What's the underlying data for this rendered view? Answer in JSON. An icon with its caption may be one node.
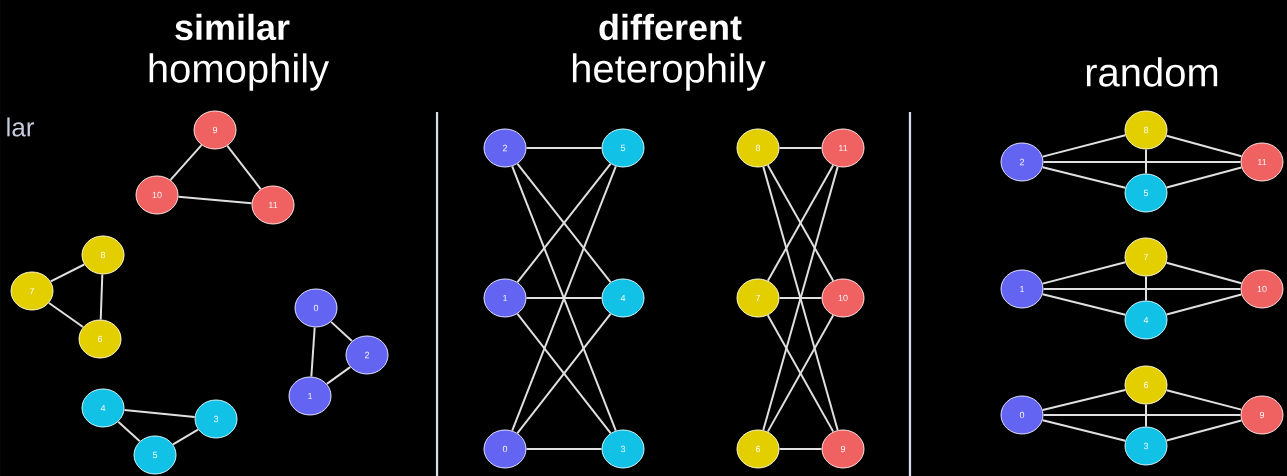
{
  "diagram": {
    "nodes": [
      {
        "text": [
          "9"
        ]
      },
      {
        "text": [
          "10"
        ]
      },
      {
        "text": [
          "11"
        ]
      },
      {
        "text": [
          "8"
        ]
      },
      {
        "text": [
          "7"
        ]
      },
      {
        "text": [
          "6"
        ]
      },
      {
        "text": [
          "0"
        ]
      },
      {
        "text": [
          "2"
        ]
      },
      {
        "text": [
          "1"
        ]
      },
      {
        "text": [
          "4"
        ]
      },
      {
        "text": [
          "3"
        ]
      },
      {
        "text": [
          "5"
        ]
      },
      {
        "text": [
          "2"
        ]
      },
      {
        "text": [
          "5"
        ]
      },
      {
        "text": [
          "1"
        ]
      },
      {
        "text": [
          "4"
        ]
      },
      {
        "text": [
          "0"
        ]
      },
      {
        "text": [
          "3"
        ]
      },
      {
        "text": [
          "8"
        ]
      },
      {
        "text": [
          "11"
        ]
      },
      {
        "text": [
          "7"
        ]
      },
      {
        "text": [
          "10"
        ]
      },
      {
        "text": [
          "6"
        ]
      },
      {
        "text": [
          "9"
        ]
      },
      {
        "text": [
          "2"
        ]
      },
      {
        "text": [
          "8"
        ]
      },
      {
        "text": [
          "5"
        ]
      },
      {
        "text": [
          "11"
        ]
      },
      {
        "text": [
          "1"
        ]
      },
      {
        "text": [
          "7"
        ]
      },
      {
        "text": [
          "4"
        ]
      },
      {
        "text": [
          "10"
        ]
      },
      {
        "text": [
          "0"
        ]
      },
      {
        "text": [
          "6"
        ]
      },
      {
        "text": [
          "3"
        ]
      },
      {
        "text": [
          "9"
        ]
      }
    ],
    "edges": [
      {
        "from": 0,
        "to": 1,
        "arrow": "none"
      },
      {
        "from": 0,
        "to": 2,
        "arrow": "none"
      },
      {
        "from": 1,
        "to": 2,
        "arrow": "none"
      },
      {
        "from": 3,
        "to": 4,
        "arrow": "none"
      },
      {
        "from": 3,
        "to": 5,
        "arrow": "none"
      },
      {
        "from": 4,
        "to": 5,
        "arrow": "none"
      },
      {
        "from": 6,
        "to": 7,
        "arrow": "none"
      },
      {
        "from": 6,
        "to": 8,
        "arrow": "none"
      },
      {
        "from": 7,
        "to": 8,
        "arrow": "none"
      },
      {
        "from": 9,
        "to": 10,
        "arrow": "none"
      },
      {
        "from": 9,
        "to": 11,
        "arrow": "none"
      },
      {
        "from": 10,
        "to": 11,
        "arrow": "none"
      },
      {
        "from": 12,
        "to": 13,
        "arrow": "none"
      },
      {
        "from": 12,
        "to": 15,
        "arrow": "none"
      },
      {
        "from": 12,
        "to": 17,
        "arrow": "none"
      },
      {
        "from": 14,
        "to": 13,
        "arrow": "none"
      },
      {
        "from": 14,
        "to": 15,
        "arrow": "none"
      },
      {
        "from": 14,
        "to": 17,
        "arrow": "none"
      },
      {
        "from": 16,
        "to": 13,
        "arrow": "none"
      },
      {
        "from": 16,
        "to": 15,
        "arrow": "none"
      },
      {
        "from": 16,
        "to": 17,
        "arrow": "none"
      },
      {
        "from": 18,
        "to": 19,
        "arrow": "none"
      },
      {
        "from": 18,
        "to": 21,
        "arrow": "none"
      },
      {
        "from": 18,
        "to": 23,
        "arrow": "none"
      },
      {
        "from": 20,
        "to": 19,
        "arrow": "none"
      },
      {
        "from": 20,
        "to": 21,
        "arrow": "none"
      },
      {
        "from": 20,
        "to": 23,
        "arrow": "none"
      },
      {
        "from": 22,
        "to": 19,
        "arrow": "none"
      },
      {
        "from": 22,
        "to": 21,
        "arrow": "none"
      },
      {
        "from": 22,
        "to": 23,
        "arrow": "none"
      },
      {
        "from": 24,
        "to": 25,
        "arrow": "none"
      },
      {
        "from": 24,
        "to": 26,
        "arrow": "none"
      },
      {
        "from": 24,
        "to": 27,
        "arrow": "none"
      },
      {
        "from": 25,
        "to": 26,
        "arrow": "none"
      },
      {
        "from": 25,
        "to": 27,
        "arrow": "none"
      },
      {
        "from": 26,
        "to": 27,
        "arrow": "none"
      },
      {
        "from": 28,
        "to": 29,
        "arrow": "none"
      },
      {
        "from": 28,
        "to": 30,
        "arrow": "none"
      },
      {
        "from": 28,
        "to": 31,
        "arrow": "none"
      },
      {
        "from": 29,
        "to": 30,
        "arrow": "none"
      },
      {
        "from": 29,
        "to": 31,
        "arrow": "none"
      },
      {
        "from": 30,
        "to": 31,
        "arrow": "none"
      },
      {
        "from": 32,
        "to": 33,
        "arrow": "none"
      },
      {
        "from": 32,
        "to": 34,
        "arrow": "none"
      },
      {
        "from": 32,
        "to": 35,
        "arrow": "none"
      },
      {
        "from": 33,
        "to": 34,
        "arrow": "none"
      },
      {
        "from": 33,
        "to": 35,
        "arrow": "none"
      },
      {
        "from": 34,
        "to": 35,
        "arrow": "none"
      }
    ],
    "labels": [
      "similar",
      "homophily",
      "different",
      "heterophily",
      "random",
      "lar"
    ]
  }
}
